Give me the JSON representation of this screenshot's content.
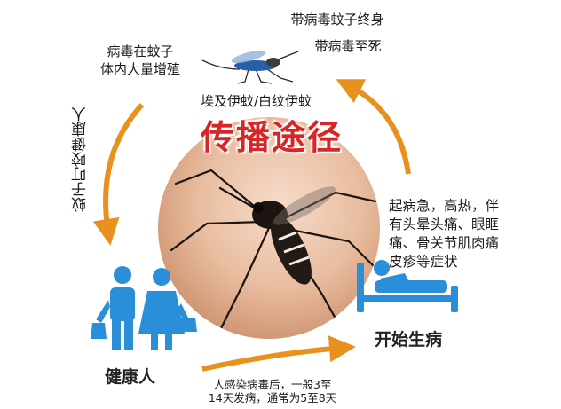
{
  "title": "传播途径",
  "top_right": {
    "line1": "带病毒蚊子终身",
    "line2": "带病毒至死"
  },
  "top_left": {
    "line1": "病毒在蚊子",
    "line2": "体内大量增殖"
  },
  "mosquito_label": "埃及伊蚊/白纹伊蚊",
  "left_vertical": "蚊子叮咬健康人",
  "symptoms": [
    "起病急，高热，伴",
    "有头晕头痛、眼眶",
    "痛、骨关节肌肉痛",
    "皮疹等症状"
  ],
  "onset_label": "开始生病",
  "healthy_label": "健康人",
  "incubation": {
    "line1": "人感染病毒后，一般3至",
    "line2": "14天发病，通常为5至8天"
  },
  "colors": {
    "arrow": "#e8911f",
    "title": "#d92525",
    "icon_blue": "#2a8fd8"
  }
}
